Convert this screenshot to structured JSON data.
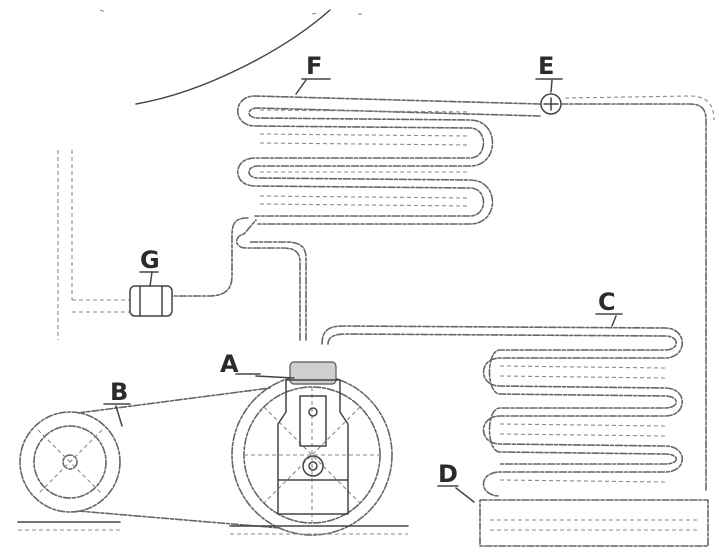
{
  "labels": {
    "a": "A",
    "b": "B",
    "c": "C",
    "d": "D",
    "e": "E",
    "f": "F",
    "g": "G"
  },
  "notes": {
    "upper_left_line1": "",
    "upper_left_line2": ""
  }
}
